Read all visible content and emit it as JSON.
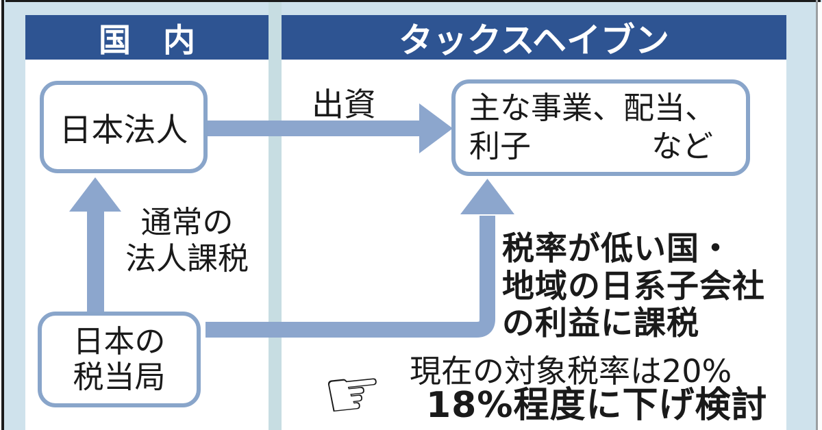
{
  "headers": {
    "domestic": "国　内",
    "haven": "タックスヘイブン"
  },
  "boxes": {
    "japan_corp": "日本法人",
    "tax_authority": {
      "line1": "日本の",
      "line2": "税当局"
    },
    "haven_items": {
      "line1": "主な事業、配当、",
      "line2_left": "利子",
      "line2_right": "など"
    }
  },
  "labels": {
    "investment": "出資",
    "normal_tax": {
      "line1": "通常の",
      "line2": "法人課税"
    },
    "low_tax": {
      "line1": "税率が低い国・",
      "line2": "地域の日系子会社",
      "line3": "の利益に課税"
    },
    "current_rate": "現在の対象税率は20%",
    "proposed_rate": "18%程度に下げ検討"
  },
  "icons": {
    "pointing_hand": "☞"
  },
  "colors": {
    "background": "#cfe2ec",
    "panel": "#ffffff",
    "header_bg": "#2e5492",
    "header_text": "#ffffff",
    "box_border": "#89a5ca",
    "arrow": "#8ca6cd",
    "divider": "#c7dde2",
    "text": "#1a1a1a"
  }
}
